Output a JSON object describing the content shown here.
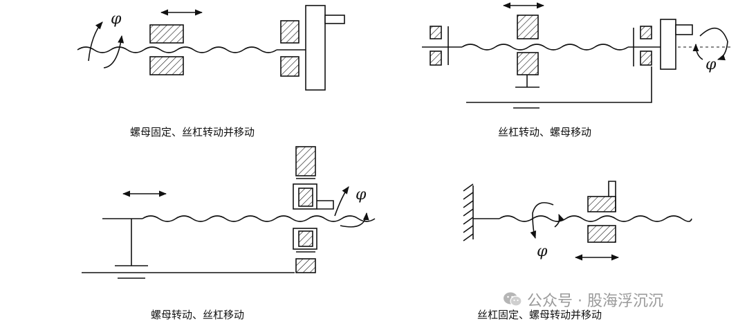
{
  "panels": [
    {
      "caption": "螺母固定、丝杠转动并移动",
      "rotation_label": "φ"
    },
    {
      "caption": "丝杠转动、螺母移动",
      "rotation_label": "φ"
    },
    {
      "caption": "螺母转动、丝杠移动",
      "rotation_label": "φ"
    },
    {
      "caption": "丝杠固定、螺母转动并移动",
      "rotation_label": "φ"
    }
  ],
  "watermark": {
    "text": "公众号 · 股海浮沉沉",
    "icon": "wechat-icon"
  },
  "colors": {
    "line": "#111111",
    "watermark": "#9a9a9a"
  }
}
